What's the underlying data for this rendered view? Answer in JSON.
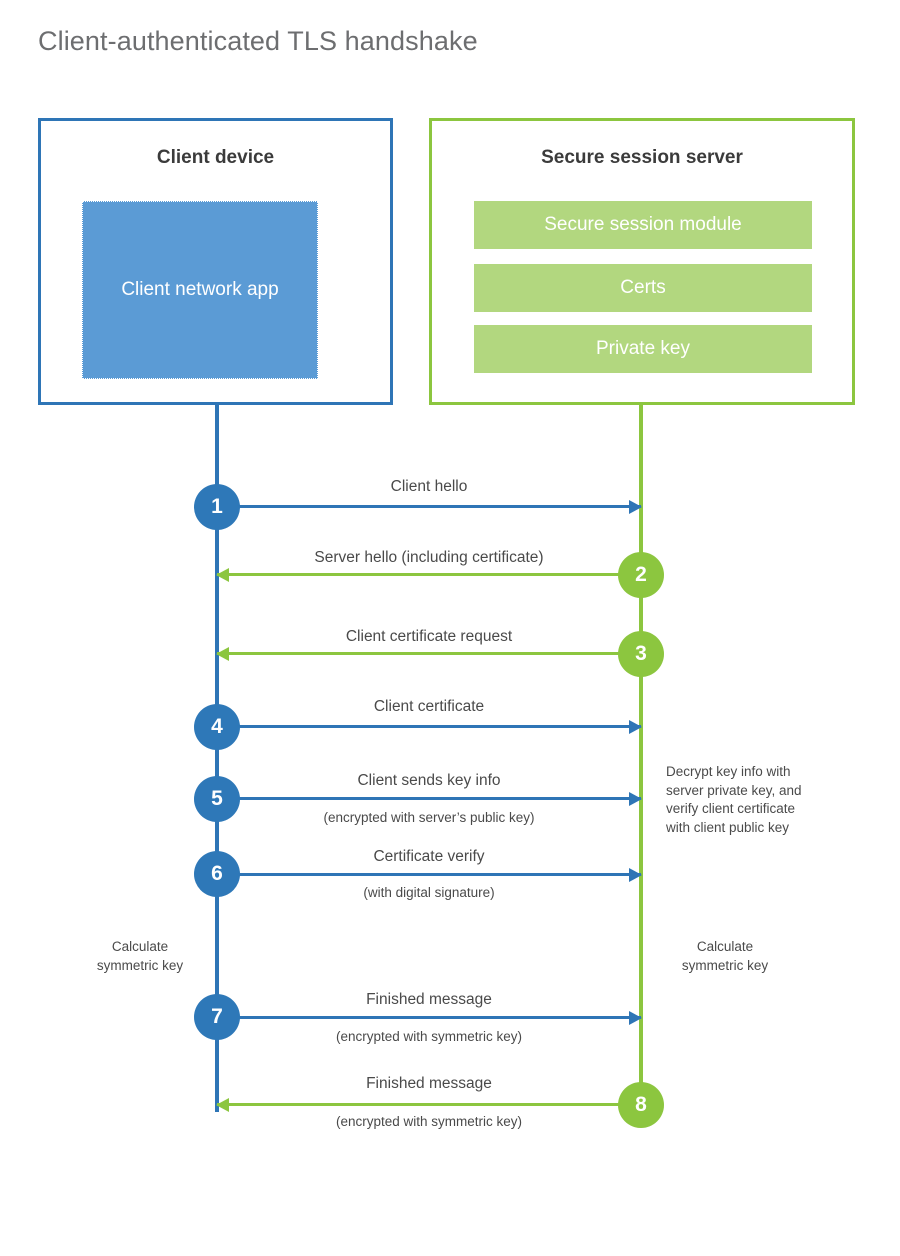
{
  "title": "Client-authenticated TLS handshake",
  "colors": {
    "client_accent": "#2e75b6",
    "server_accent": "#8cc63f",
    "client_app_fill": "#5b9bd5",
    "server_bar_fill": "#b2d77f",
    "step_blue": "#2e78b8",
    "step_green": "#8cc63f",
    "text": "#4a4a4a",
    "title_text": "#6d6e70"
  },
  "participants": {
    "client": {
      "title": "Client device",
      "component": "Client network app"
    },
    "server": {
      "title": "Secure session server",
      "components": [
        "Secure session module",
        "Certs",
        "Private key"
      ]
    }
  },
  "messages": [
    {
      "step": "1",
      "label": "Client hello",
      "sub": "",
      "direction": "client-to-server",
      "color": "blue"
    },
    {
      "step": "2",
      "label": "Server hello (including certificate)",
      "sub": "",
      "direction": "server-to-client",
      "color": "green"
    },
    {
      "step": "3",
      "label": "Client certificate request",
      "sub": "",
      "direction": "server-to-client",
      "color": "green"
    },
    {
      "step": "4",
      "label": "Client certificate",
      "sub": "",
      "direction": "client-to-server",
      "color": "blue"
    },
    {
      "step": "5",
      "label": "Client sends key info",
      "sub": "(encrypted with server’s public key)",
      "direction": "client-to-server",
      "color": "blue"
    },
    {
      "step": "6",
      "label": "Certificate verify",
      "sub": "(with digital signature)",
      "direction": "client-to-server",
      "color": "blue"
    },
    {
      "step": "7",
      "label": "Finished message",
      "sub": "(encrypted with symmetric key)",
      "direction": "client-to-server",
      "color": "blue"
    },
    {
      "step": "8",
      "label": "Finished message",
      "sub": "(encrypted with symmetric key)",
      "direction": "server-to-client",
      "color": "green"
    }
  ],
  "notes": {
    "server_decrypt": "Decrypt key info with\nserver private key, and\nverify client certificate\nwith client public key",
    "client_calculate": "Calculate\nsymmetric key",
    "server_calculate": "Calculate\nsymmetric key"
  }
}
